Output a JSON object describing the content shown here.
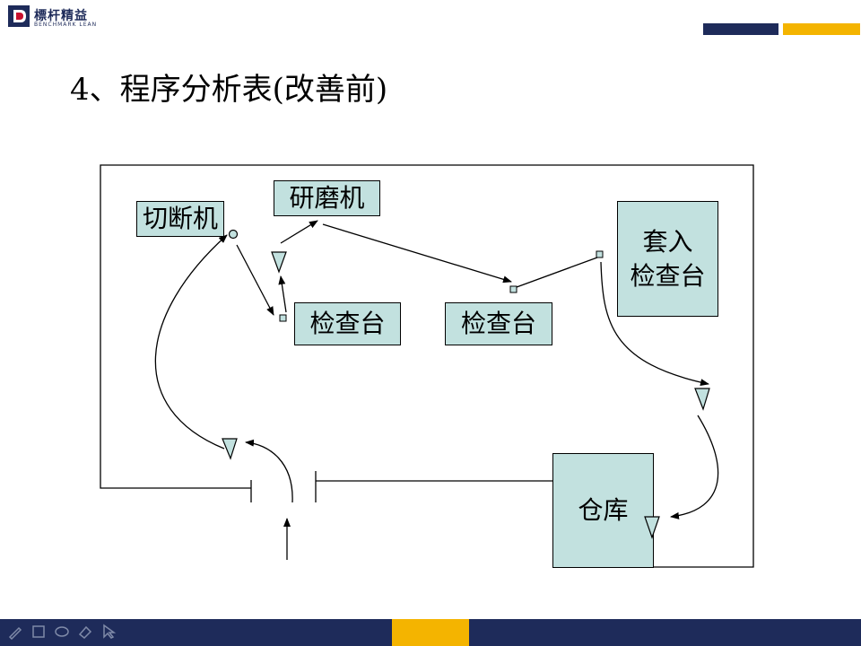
{
  "logo": {
    "name_cn": "標杆精益",
    "name_en": "BENCHMARK LEAN"
  },
  "title": "4、程序分析表(改善前)",
  "stations": {
    "cutting_machine": "切断机",
    "grinding_machine": "研磨机",
    "inspection_table_1": "检查台",
    "inspection_table_2": "检查台",
    "assembly_inspection_line1": "套入",
    "assembly_inspection_line2": "检查台",
    "warehouse": "仓库"
  },
  "colors": {
    "box_fill": "#c2e1df",
    "navy": "#1e2b5a",
    "gold": "#f4b400"
  },
  "toolbar_icons": [
    "pen-icon",
    "slide-icon",
    "pencil-icon",
    "eraser-icon",
    "pointer-icon"
  ]
}
